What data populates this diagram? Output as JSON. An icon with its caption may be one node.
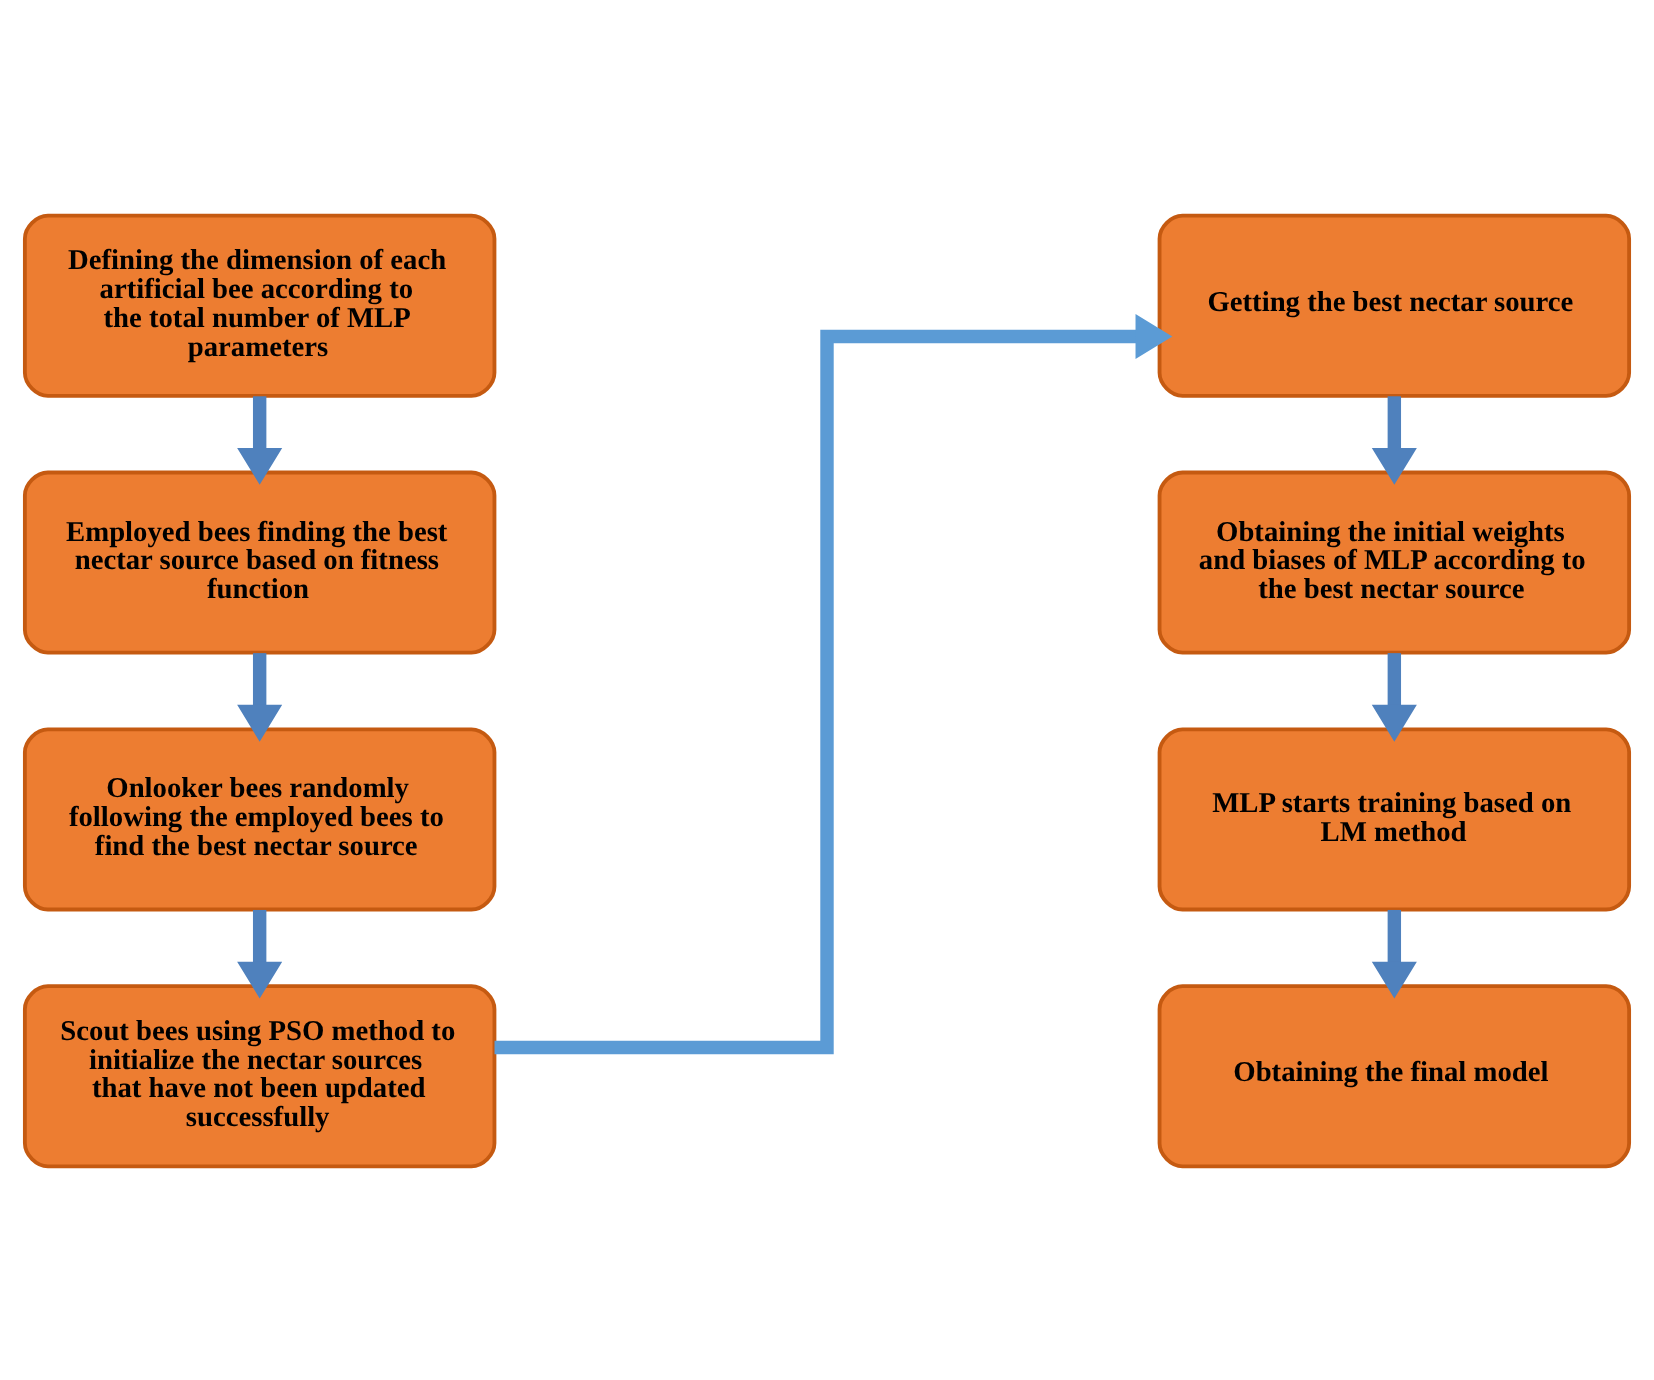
{
  "diagram": {
    "nodes": [
      {
        "text": [
          "Defining the dimension of each artificial bee according to the total number of MLP parameters"
        ]
      },
      {
        "text": [
          "Employed bees finding the best nectar source based on fitness function"
        ]
      },
      {
        "text": [
          "Onlooker bees randomly following the employed bees to find the best nectar source"
        ]
      },
      {
        "text": [
          "Scout bees using PSO method to initialize the nectar sources that have not been updated successfully"
        ]
      },
      {
        "text": [
          "Getting the best nectar source"
        ]
      },
      {
        "text": [
          "Obtaining the initial weights and biases of MLP according to the best nectar source"
        ]
      },
      {
        "text": [
          "MLP starts training based on LM method"
        ]
      },
      {
        "text": [
          "Obtaining the final model"
        ]
      }
    ],
    "edges": [
      {
        "from": 0,
        "to": 1,
        "arrow": "to"
      },
      {
        "from": 1,
        "to": 2,
        "arrow": "to"
      },
      {
        "from": 2,
        "to": 3,
        "arrow": "to"
      },
      {
        "from": 3,
        "to": 4,
        "arrow": "to",
        "color": "#5b9bd5"
      },
      {
        "from": 4,
        "to": 5,
        "arrow": "to"
      },
      {
        "from": 5,
        "to": 6,
        "arrow": "to"
      },
      {
        "from": 6,
        "to": 7,
        "arrow": "to"
      }
    ]
  }
}
